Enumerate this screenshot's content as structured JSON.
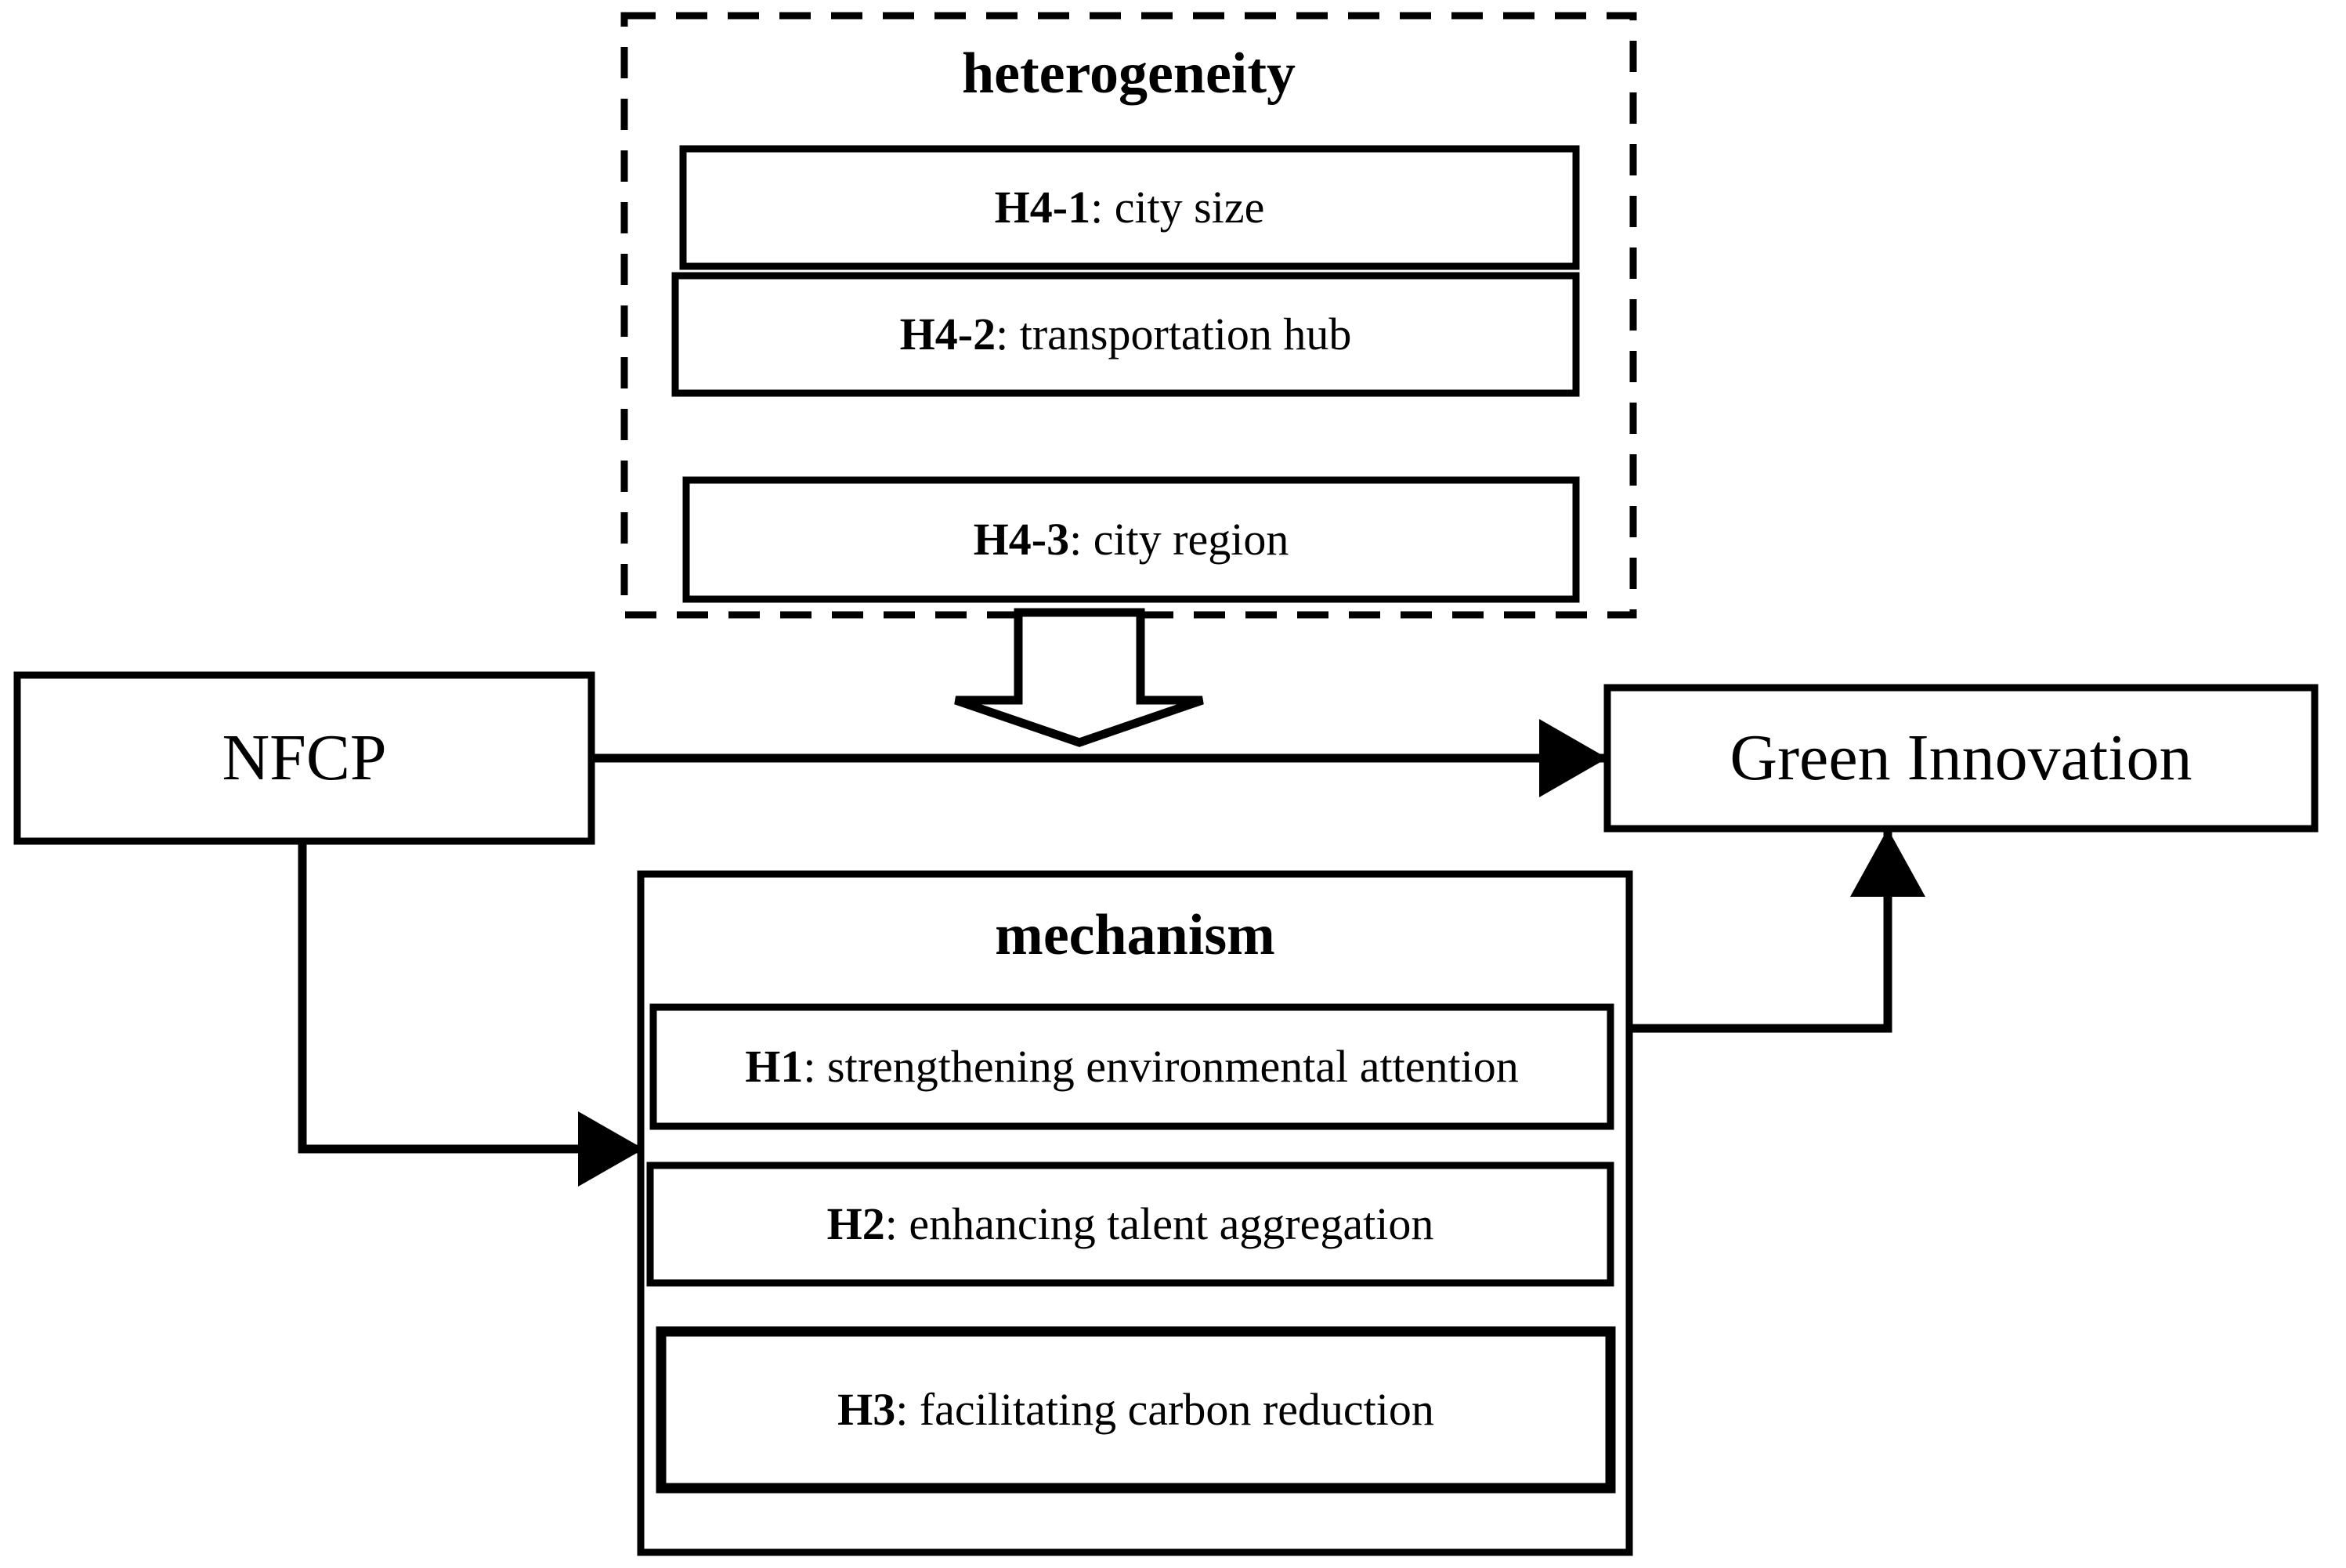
{
  "figure": {
    "type": "conceptual-framework-diagram",
    "background_color": "#ffffff",
    "line_color": "#000000"
  },
  "heterogeneity_group": {
    "title": "heterogeneity",
    "border_style": "dashed",
    "items": [
      {
        "code": "H4-1",
        "sep": ": ",
        "label": "city size"
      },
      {
        "code": "H4-2",
        "sep": ": ",
        "label": "transportation hub"
      },
      {
        "code": "H4-3",
        "sep": ": ",
        "label": "city region"
      }
    ]
  },
  "mechanism_group": {
    "title": "mechanism",
    "border_style": "solid",
    "items": [
      {
        "code": "H1",
        "sep": ": ",
        "label": "strengthening environmental attention"
      },
      {
        "code": "H2",
        "sep": ": ",
        "label": "enhancing talent aggregation"
      },
      {
        "code": "H3",
        "sep": ": ",
        "label": "facilitating carbon reduction"
      }
    ]
  },
  "nodes": {
    "source": "NFCP",
    "target": "Green Innovation"
  },
  "connectors": [
    {
      "id": "nfcp-to-green-innovation",
      "from": "NFCP",
      "to": "Green Innovation",
      "style": "solid-arrow"
    },
    {
      "id": "heterogeneity-moderates-main-path",
      "from": "heterogeneity",
      "to": "nfcp-to-green-innovation",
      "style": "hollow-block-arrow"
    },
    {
      "id": "nfcp-to-mechanism",
      "from": "NFCP",
      "to": "mechanism",
      "style": "elbow-arrow"
    },
    {
      "id": "mechanism-to-green-innovation",
      "from": "mechanism",
      "to": "Green Innovation",
      "style": "elbow-arrow"
    }
  ]
}
